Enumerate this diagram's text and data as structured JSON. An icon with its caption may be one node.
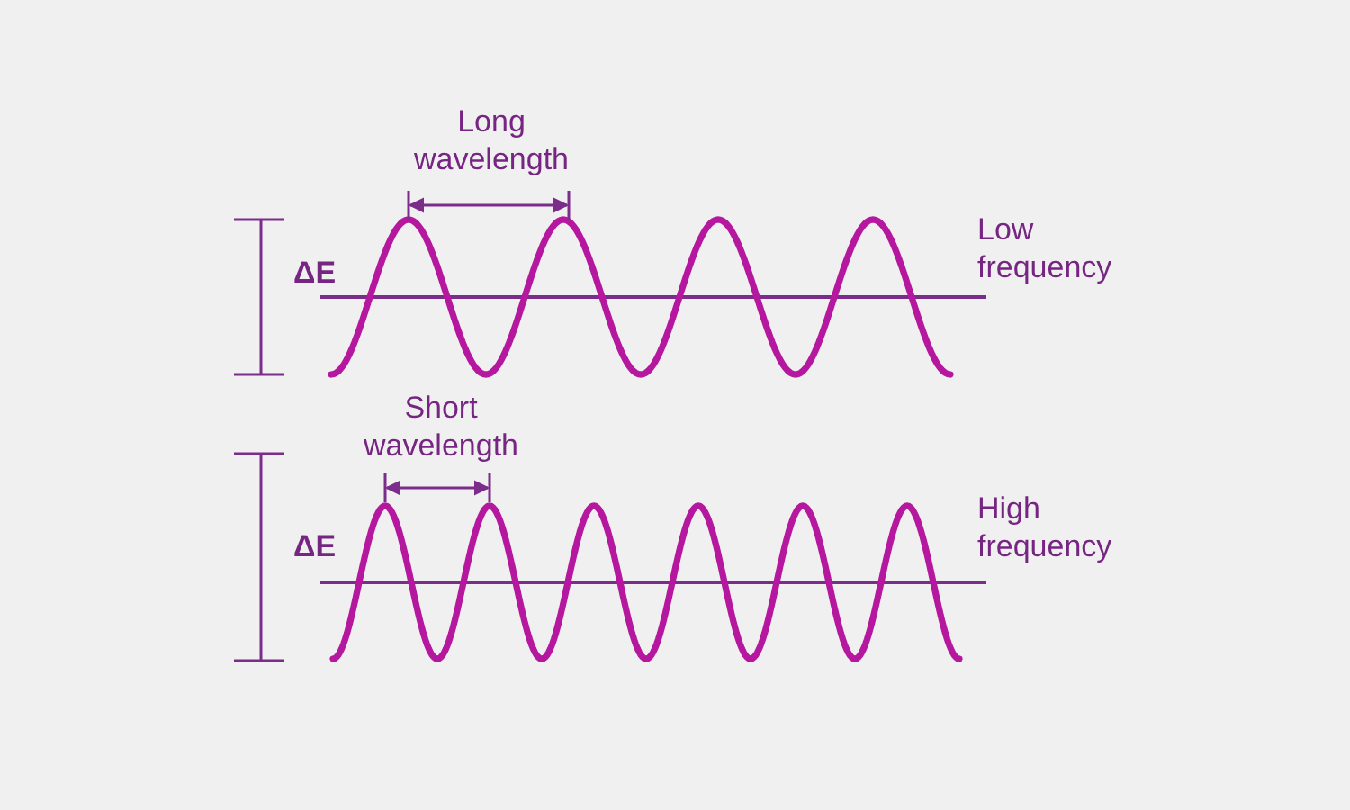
{
  "diagram": {
    "labels": [
      "Long wavelength",
      "ΔE",
      "Low frequency",
      "Short wavelength",
      "ΔE",
      "High frequency"
    ]
  }
}
